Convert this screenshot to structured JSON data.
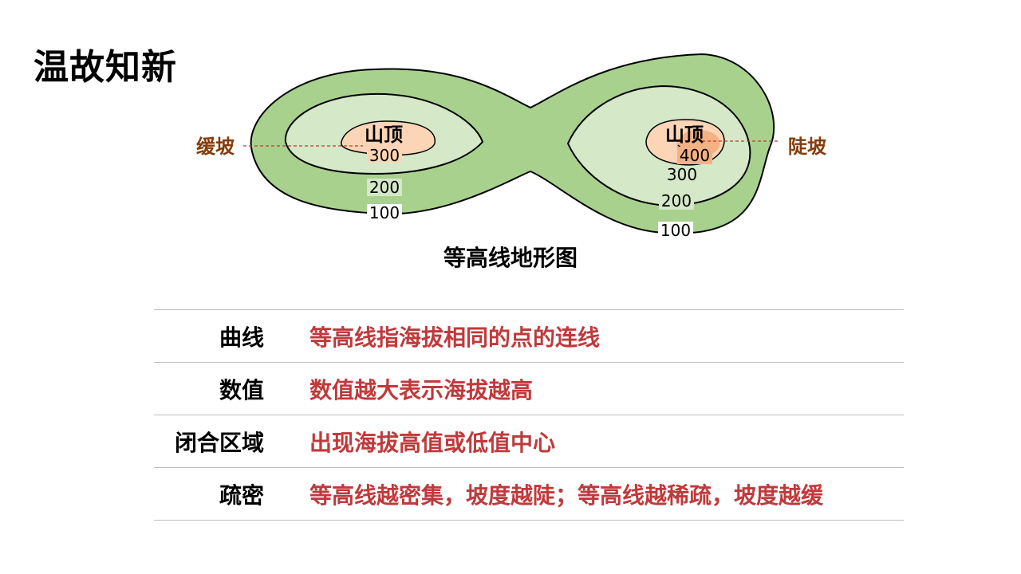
{
  "title": "温故知新",
  "diagram": {
    "caption": "等高线地形图",
    "left_peak": {
      "label": "山顶",
      "contours": [
        "300",
        "200",
        "100"
      ],
      "slope_label": "缓坡"
    },
    "right_peak": {
      "label": "山顶",
      "contours": [
        "400",
        "300",
        "200",
        "100"
      ],
      "slope_label": "陡坡"
    },
    "colors": {
      "outer_fill": "#a9d18e",
      "inner_fill": "#d5e8c8",
      "summit_fill": "#fbd5b5",
      "top_fill": "#f4b183",
      "outline": "#000000",
      "slope_label": "#843c0c",
      "slope_line": "#c0392b"
    }
  },
  "table": {
    "rows": [
      {
        "term": "曲线",
        "desc": "等高线指海拔相同的点的连线"
      },
      {
        "term": "数值",
        "desc": "数值越大表示海拔越高"
      },
      {
        "term": "闭合区域",
        "desc": "出现海拔高值或低值中心"
      },
      {
        "term": "疏密",
        "desc": "等高线越密集，坡度越陡；等高线越稀疏，坡度越缓"
      }
    ]
  }
}
